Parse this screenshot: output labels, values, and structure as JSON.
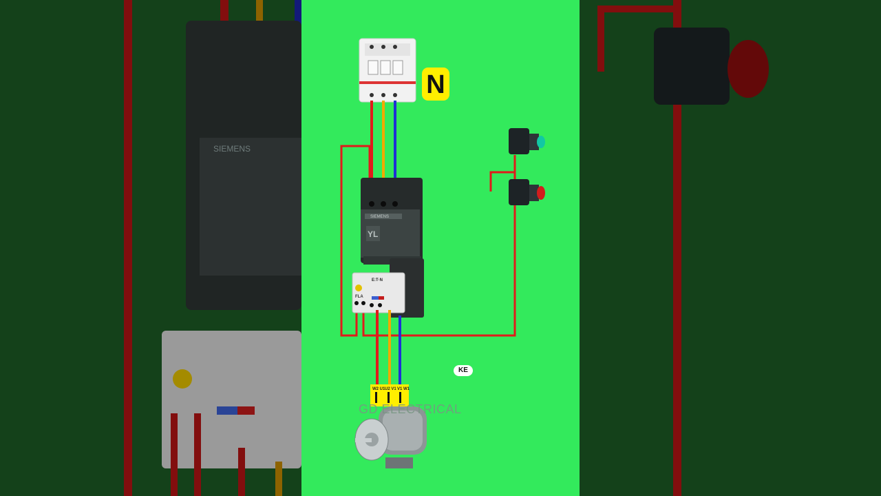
{
  "neutral_label": "N",
  "badge_text": "KE",
  "watermark": "GD ELECTRICAL",
  "contactor_brand": "SIEMENS",
  "overload_brand": "E:T·N",
  "overload_setting_label": "FLA",
  "motor_terminals": [
    "W2 U1",
    "U2 V1",
    "V1 W1"
  ],
  "colors": {
    "background": "#33ea5c",
    "side_panels": "#1c5a24",
    "wire_red": "#e01b1b",
    "wire_yellow": "#f2a900",
    "wire_blue": "#1f2fd6",
    "label_bg": "#ffee00"
  }
}
